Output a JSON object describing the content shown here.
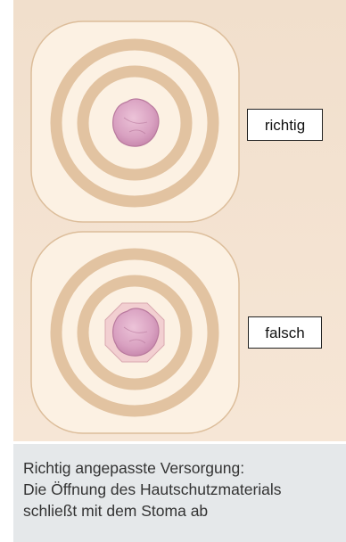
{
  "labels": {
    "correct": "richtig",
    "incorrect": "falsch"
  },
  "caption": {
    "line1": "Richtig angepasste Versorgung:",
    "line2": "Die Öffnung des Hautschutzmaterials",
    "line3": "schließt mit dem Stoma ab"
  },
  "colors": {
    "skin_background": "#f1dfcc",
    "plate_fill": "#fcf1e3",
    "plate_ring": "#e2c3a1",
    "stoma": "#d9a1c1",
    "exposed_skin": "#f2cfd1",
    "caption_background": "#e5e8ea"
  }
}
